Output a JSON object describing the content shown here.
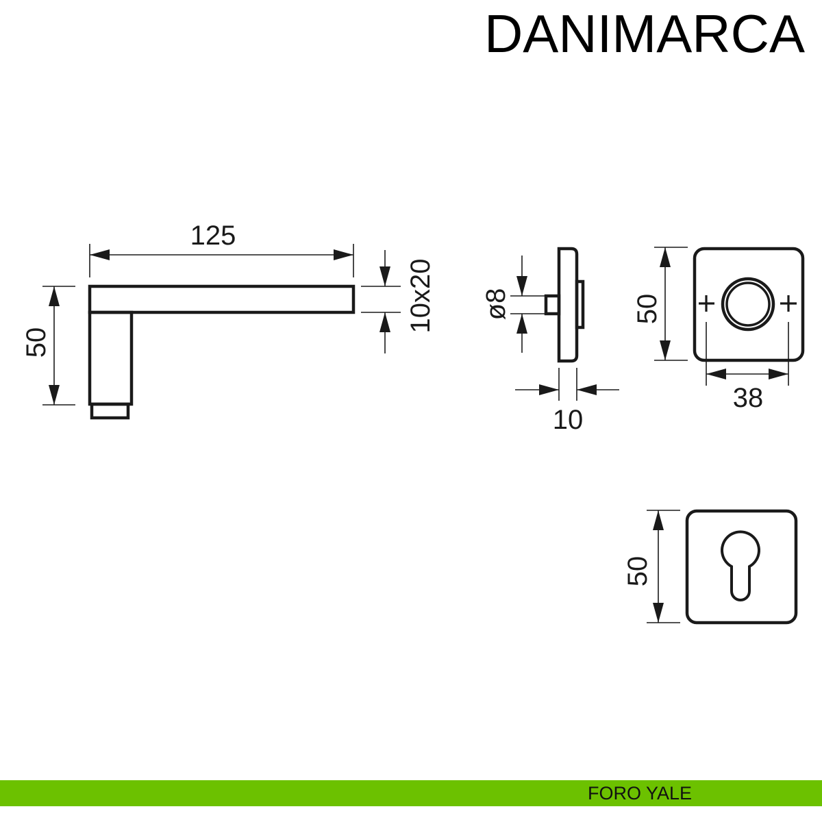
{
  "header": {
    "title": "DANIMARCA"
  },
  "handle_view": {
    "length_label": "125",
    "height_label": "50",
    "section_label": "10x20"
  },
  "side_view": {
    "spindle_diameter_label": "ø8",
    "thickness_label": "10"
  },
  "rosette_view": {
    "height_label": "50",
    "screw_spacing_label": "38"
  },
  "escutcheon_view": {
    "height_label": "50"
  },
  "footer": {
    "label": "FORO YALE",
    "bar_color": "#6cc100"
  }
}
